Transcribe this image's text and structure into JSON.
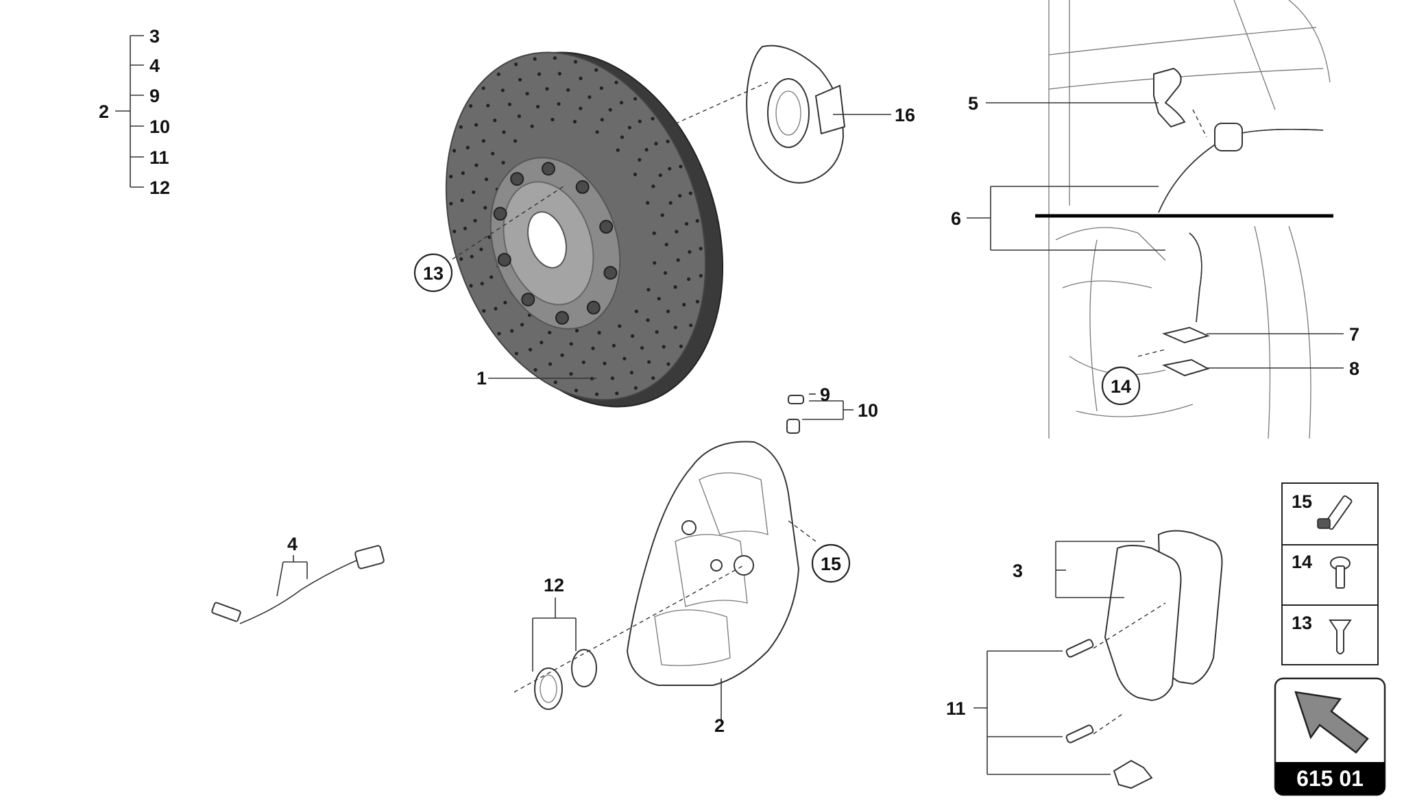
{
  "tree": {
    "parent": "2",
    "children": [
      "3",
      "4",
      "9",
      "10",
      "11",
      "12"
    ]
  },
  "callouts": {
    "p1": "1",
    "p2": "2",
    "p3": "3",
    "p4": "4",
    "p5": "5",
    "p6": "6",
    "p7": "7",
    "p8": "8",
    "p9": "9",
    "p10": "10",
    "p11": "11",
    "p12": "12",
    "p16": "16"
  },
  "circled": {
    "c13": "13",
    "c14": "14",
    "c15": "15"
  },
  "legend": [
    {
      "number": "15",
      "icon": "pin-icon"
    },
    {
      "number": "14",
      "icon": "screw-icon"
    },
    {
      "number": "13",
      "icon": "countersunk-screw-icon"
    }
  ],
  "page_number": "615 01",
  "colors": {
    "disc": "#6b6b6b",
    "disc_edge": "#3a3a3a",
    "badge": "#000000"
  }
}
